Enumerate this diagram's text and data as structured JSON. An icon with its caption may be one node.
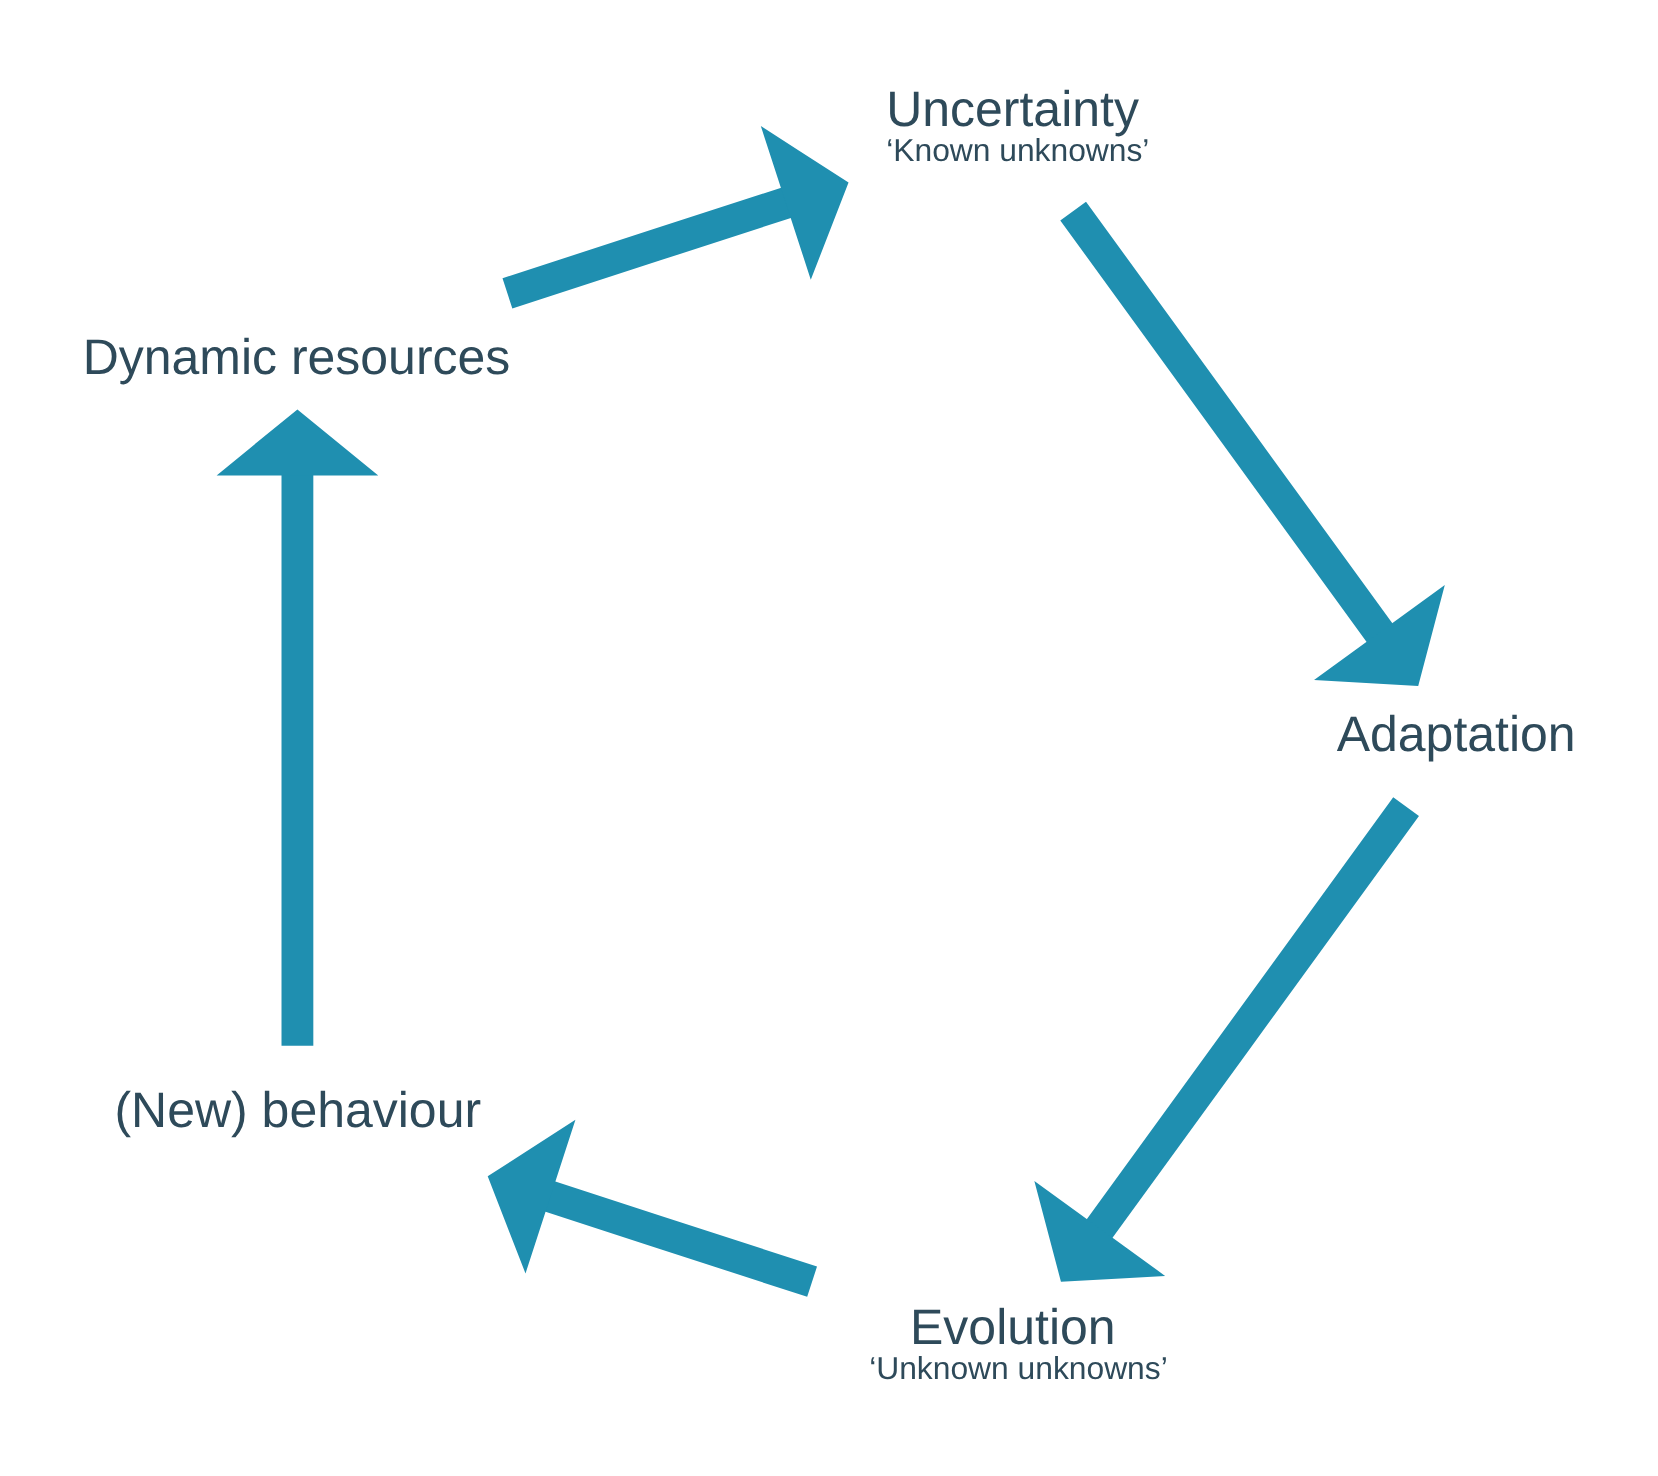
{
  "diagram": {
    "nodes": [
      {
        "text": [
          "Evolution",
          "‘Unknown unknowns’"
        ]
      },
      {
        "text": [
          "(New) behaviour"
        ]
      },
      {
        "text": [
          "Dynamic resources"
        ]
      },
      {
        "text": [
          "Uncertainty",
          "‘Known unknowns’"
        ]
      },
      {
        "text": [
          "Adaptation"
        ]
      }
    ],
    "edges": [
      {
        "from": 0,
        "to": 1,
        "arrow": "to"
      },
      {
        "from": 1,
        "to": 2,
        "arrow": "to"
      },
      {
        "from": 2,
        "to": 3,
        "arrow": "to"
      },
      {
        "from": 3,
        "to": 4,
        "arrow": "to"
      },
      {
        "from": 4,
        "to": 0,
        "arrow": "to"
      }
    ]
  }
}
